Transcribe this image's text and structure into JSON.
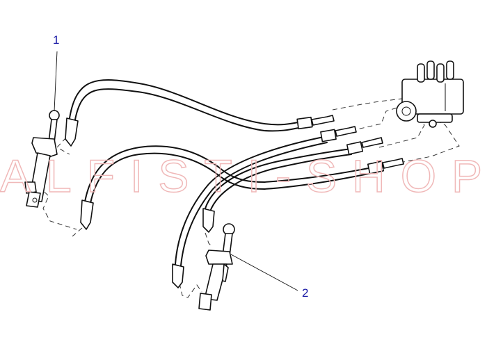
{
  "diagram": {
    "type": "exploded parts illustration",
    "subject": "Clutch hydraulic cylinders with hose assembly and distribution block",
    "watermark": "ALFISTI-SHOP",
    "watermark_color": "#f0b8b8",
    "callout_color": "#1a1aa6",
    "line_color": "#111111",
    "background": "#ffffff"
  },
  "callouts": [
    {
      "number": "1",
      "part": "cylinder-upper-left"
    },
    {
      "number": "2",
      "part": "cylinder-lower-center"
    }
  ]
}
